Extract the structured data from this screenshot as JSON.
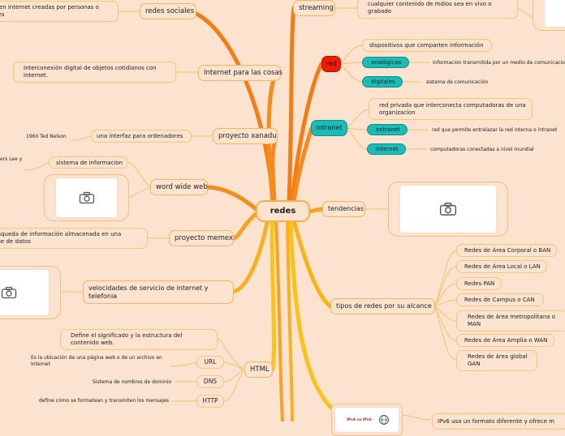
{
  "center": "redes",
  "left": {
    "redes_sociales": "redes sociales",
    "redes_sociales_text": "s en internet creadas por personas o\nnes",
    "iot": "Internet para las cosas",
    "iot_text": "Interconexión digital de objetos cotidianos con internet.",
    "xanadu": "proyecto xanadu",
    "xanadu_interfaz": "una interfaz para ordenadores",
    "xanadu_ted": "1960 Ted Nelson",
    "www": "word wide web",
    "www_sistema": "sistema de informacion",
    "www_lee": "ers Lee y",
    "memex": "proyecto memex",
    "memex_text": "úsqueda de información almacenada en una\nase de datos",
    "velocidades": "velocidades de servicio de internet y telefonia",
    "html": "HTML",
    "html_define": "Define el significado y la estructura del contenido web.",
    "url": "URL",
    "url_text": "Es la ubicación de una página web o de un archivo en Internet",
    "dns": "DNS",
    "dns_text": "Sistema de nombres de dominio",
    "http": "HTTP",
    "http_text": "define cómo se formatean y transmiten los mensajes"
  },
  "right": {
    "streaming": "streaming",
    "streaming_text": "cualquier contenido de mdios sea en vivo o grabado",
    "red": "red",
    "red_dispositivos": "dispositivos que comparten información",
    "analogicas": "analógicas",
    "analogicas_text": "informacion transmitida por un medio de comunicacio",
    "digitales": "digitales",
    "digitales_text": "sistema de comunicación",
    "intranet": "intranet",
    "intranet_text": "red privada que interconecta computadoras de una organizacion",
    "extranet": "extranet",
    "extranet_text": "red que permite entrelazar la red interna o intranet",
    "internet": "internet",
    "internet_text": "computadoras conectadas a nivel mundial",
    "tendencias": "tendencias",
    "tipos": "tipos de redes por su alcance",
    "tipos_items": [
      "Redes de Área Corporal o BAN",
      "Redes de Área Local o LAN",
      "Redes PAN",
      "Redes de Campus o CAN",
      "Redes de área metropolitana o MAN",
      "Redes de Área Amplia o WAN",
      "Redes de área global GAN"
    ],
    "ipv6_text": "IPv6 usa un formato diferente y ofrece m",
    "ipv_image_text": "IPv4 vs IPv6"
  },
  "colors": {
    "branch_orange": "#f47c14",
    "branch_yellow": "#fbc21a",
    "node_border": "#f6c77b",
    "cyan": "#1bbcb8",
    "red": "#f21b06",
    "background": "#fbe3cf"
  }
}
